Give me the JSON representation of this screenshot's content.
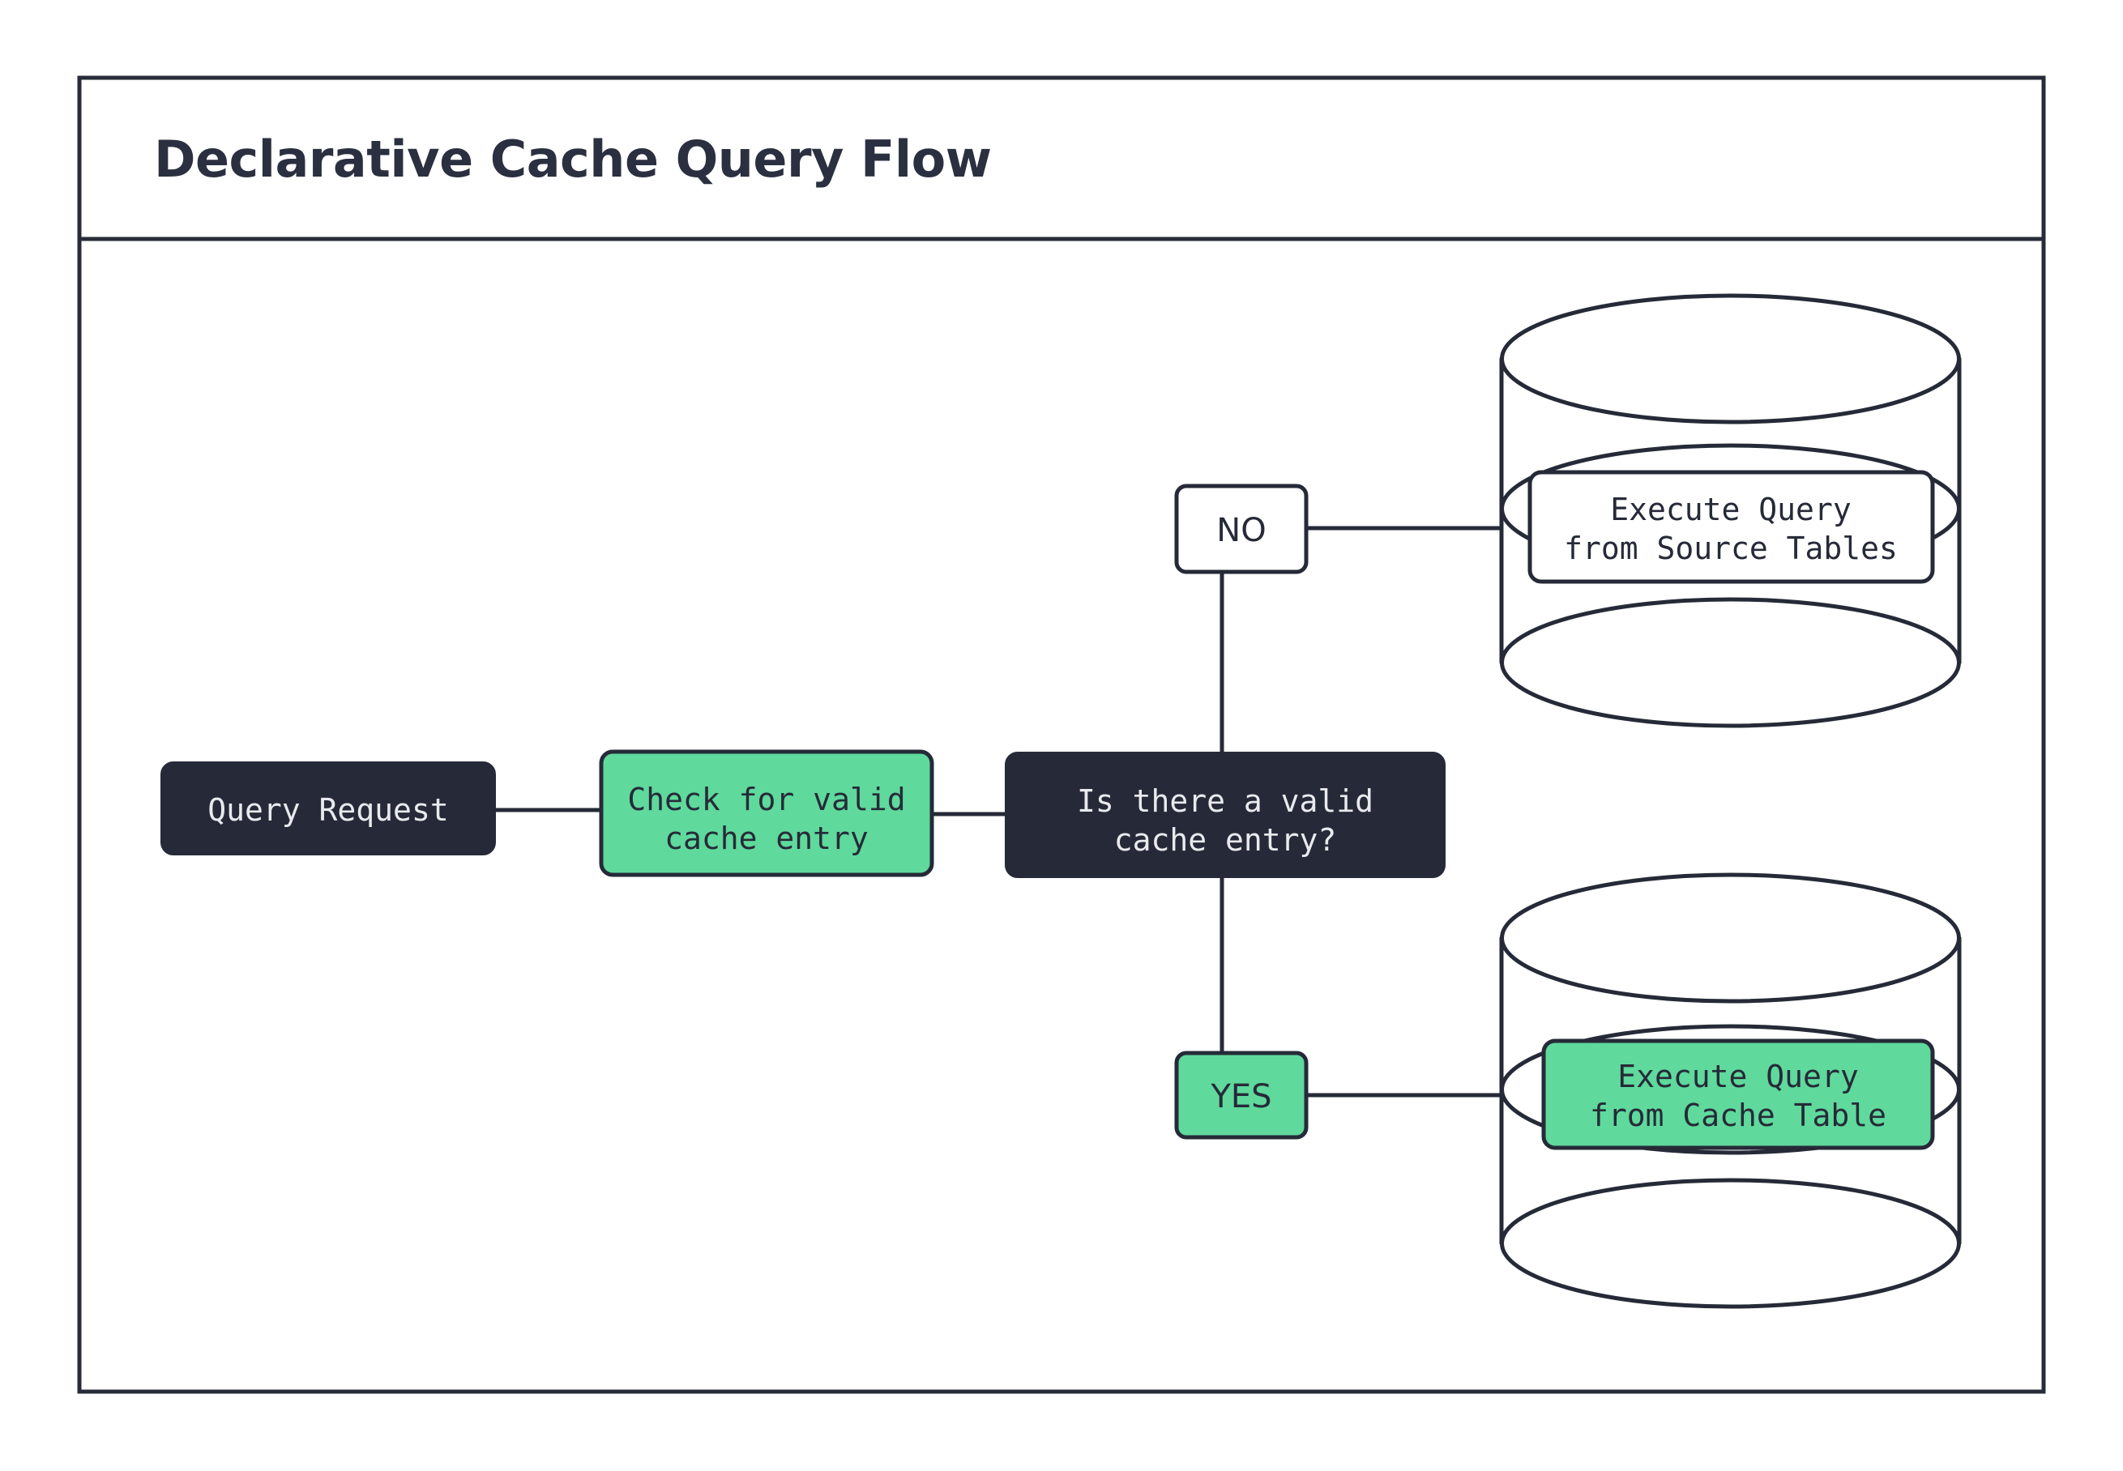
{
  "title": "Declarative Cache Query Flow",
  "colors": {
    "accent_green": "#5fd99c",
    "dark_navy": "#262a38",
    "frame_stroke": "#282c3a",
    "text_on_dark": "#e9eaee",
    "background": "#ffffff"
  },
  "nodes": {
    "query_request": {
      "label": "Query Request",
      "style": "dark"
    },
    "check_cache": {
      "line1": "Check for valid",
      "line2": "cache entry",
      "style": "green"
    },
    "decision": {
      "line1": "Is there a valid",
      "line2": "cache entry?",
      "style": "dark"
    },
    "branch_no": {
      "label": "NO",
      "style": "white"
    },
    "branch_yes": {
      "label": "YES",
      "style": "green"
    },
    "source_tables": {
      "line1": "Execute Query",
      "line2": "from Source Tables",
      "style": "white"
    },
    "cache_table": {
      "line1": "Execute Query",
      "line2": "from Cache Table",
      "style": "green"
    }
  },
  "shapes": {
    "database_top": "database-cylinder-icon",
    "database_bottom": "database-cylinder-icon"
  },
  "edges": [
    {
      "from": "query_request",
      "to": "check_cache"
    },
    {
      "from": "check_cache",
      "to": "decision"
    },
    {
      "from": "decision",
      "to": "branch_no"
    },
    {
      "from": "branch_no",
      "to": "source_tables"
    },
    {
      "from": "decision",
      "to": "branch_yes"
    },
    {
      "from": "branch_yes",
      "to": "cache_table"
    }
  ]
}
